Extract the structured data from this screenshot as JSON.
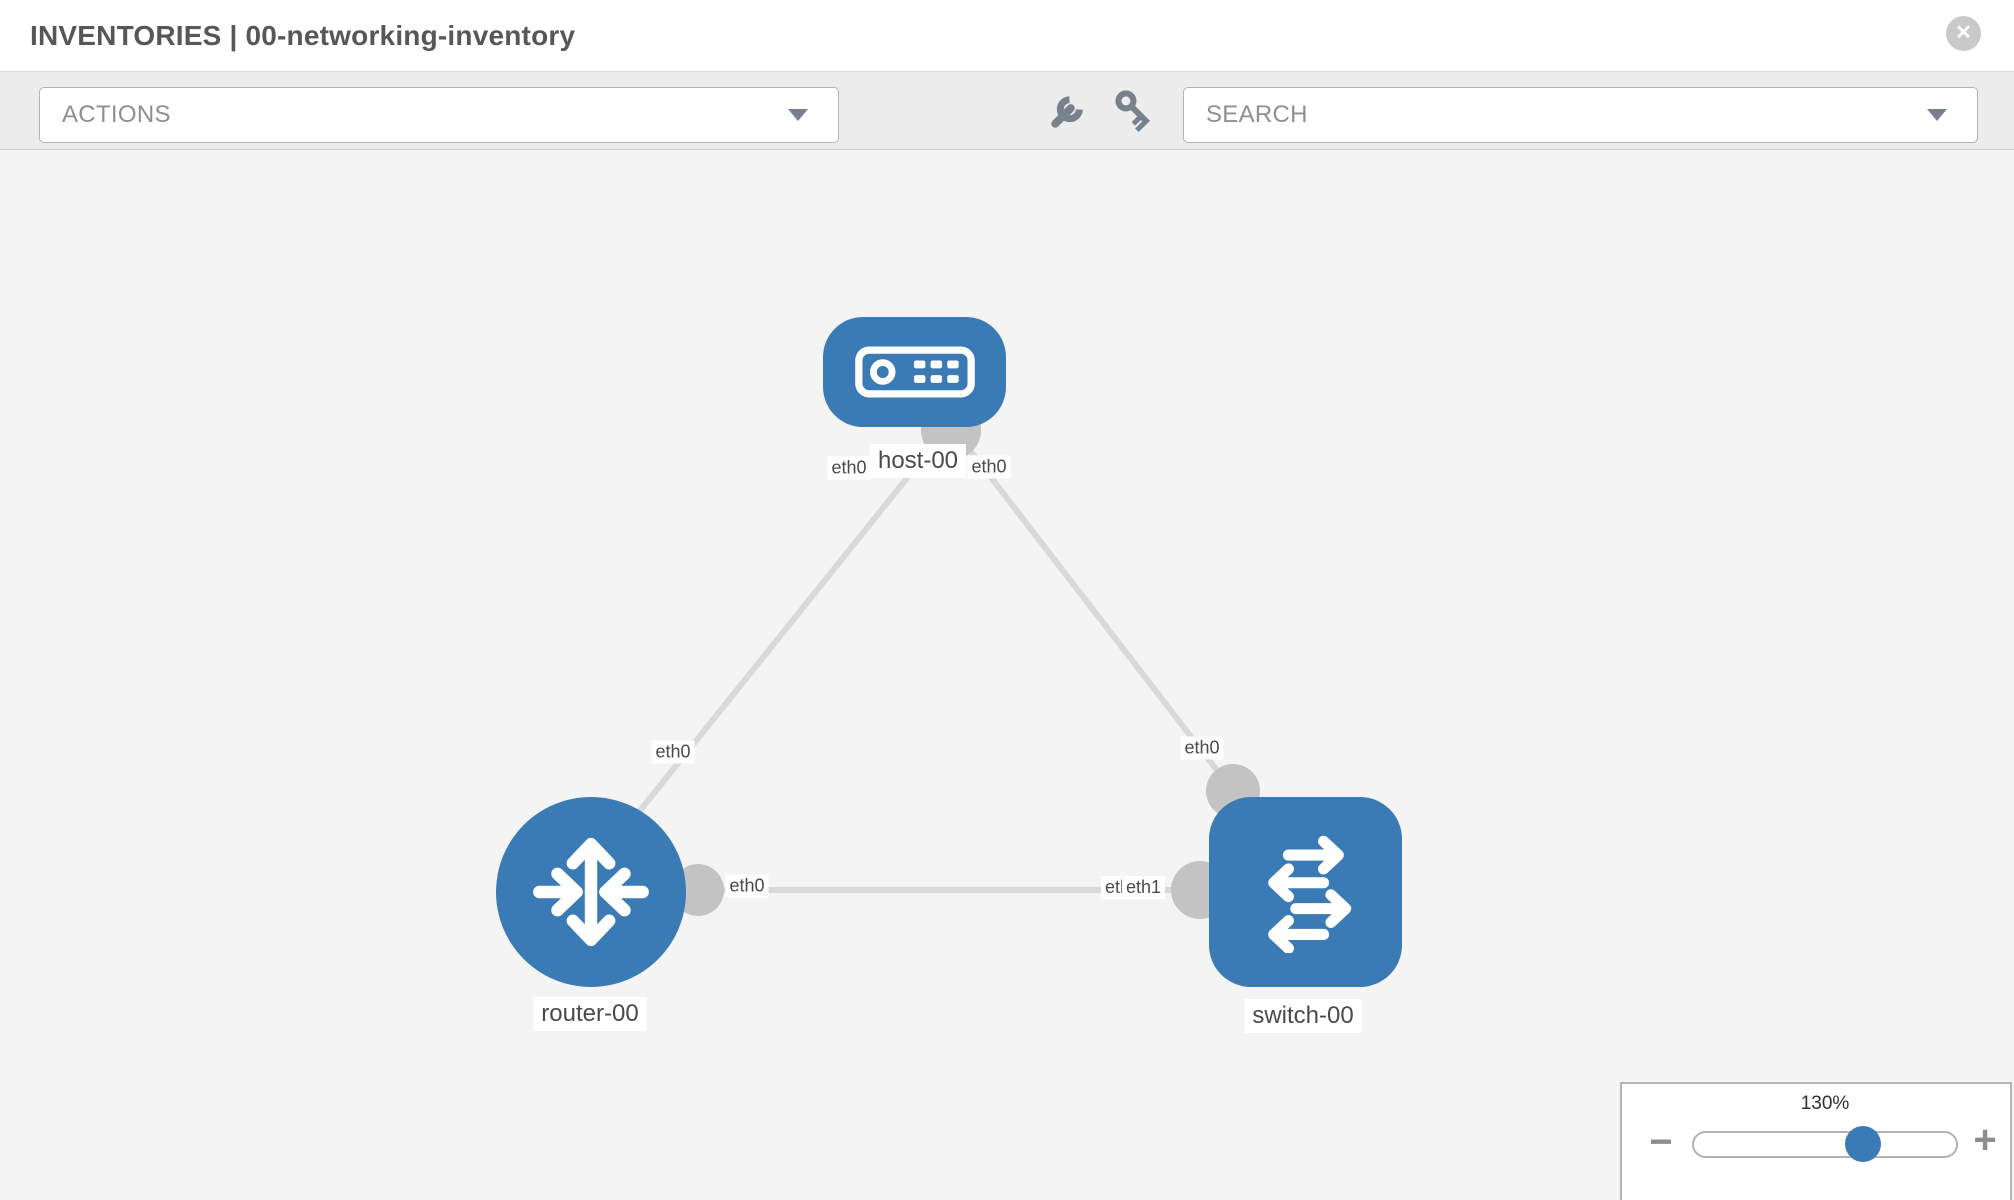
{
  "header": {
    "title": "INVENTORIES | 00-networking-inventory",
    "close_glyph": "✕"
  },
  "toolbar": {
    "actions_placeholder": "ACTIONS",
    "search_placeholder": "SEARCH",
    "icons": [
      "wrench-icon",
      "key-icon",
      "chevron-down-icon"
    ]
  },
  "topology": {
    "nodes": [
      {
        "label": "host-00",
        "type": "host",
        "icon": "server-icon"
      },
      {
        "label": "router-00",
        "type": "router",
        "icon": "router-arrows-icon"
      },
      {
        "label": "switch-00",
        "type": "switch",
        "icon": "switch-arrows-icon"
      }
    ],
    "links": [
      {
        "from": "host-00",
        "from_interface": "eth0",
        "to": "router-00",
        "to_interface": "eth0"
      },
      {
        "from": "host-00",
        "from_interface": "eth0",
        "to": "switch-00",
        "to_interface": "eth0"
      },
      {
        "from": "router-00",
        "from_interface": "eth0",
        "to": "switch-00",
        "to_interface": "eth1"
      }
    ],
    "interface_labels": [
      {
        "text": "eth0"
      },
      {
        "text": "eth0"
      },
      {
        "text": "eth0"
      },
      {
        "text": "eth0"
      },
      {
        "text": "eth0"
      },
      {
        "text": "eth1"
      },
      {
        "text": "eth1"
      }
    ]
  },
  "zoom_control": {
    "value": "130%",
    "minus_glyph": "−",
    "plus_glyph": "+"
  },
  "colors": {
    "node_blue": "#3a7ab5",
    "edge_gray": "#d9d9d9",
    "connector_gray": "#c3c3c3",
    "toolbar_bg": "#ececec",
    "canvas_bg": "#f4f4f4",
    "placeholder_text": "#8f8f8f",
    "title_text": "#575757"
  }
}
